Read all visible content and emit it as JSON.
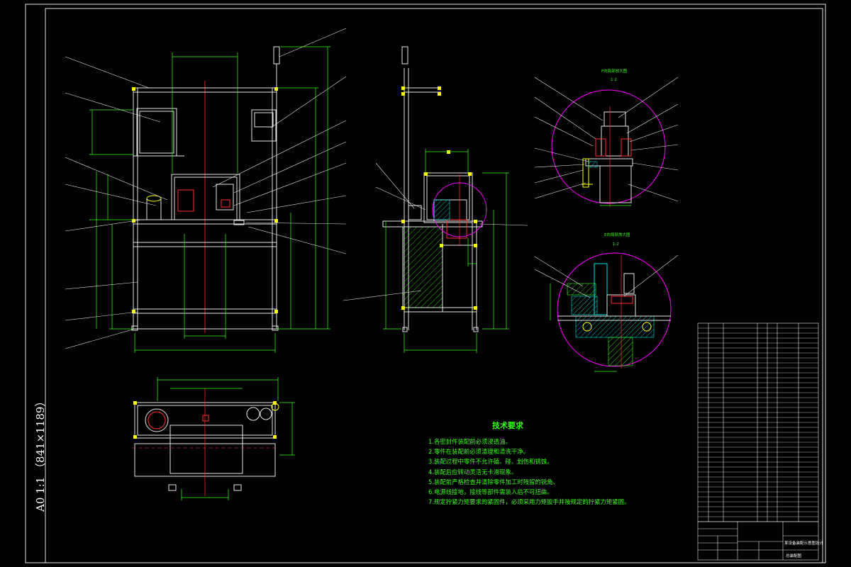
{
  "sheet": {
    "format_label": "A0 1:1 （841×1189）"
  },
  "tech_requirements": {
    "title": "技术要求",
    "items": [
      "1.各密封件装配前必须浸透油。",
      "2.零件在装配前必须清理和清洗干净。",
      "3.装配过程中零件不允许磕、碰、划伤和锈蚀。",
      "4.装配后应转动灵活无卡滞现象。",
      "5.装配前严格检查并清除零件加工时残留的锐角、",
      "6.电源线接地，接线等部件需装入后不可扭曲。",
      "7.规定拧紧力矩要求的紧固件，必须采用力矩扳手并按规定的拧紧力矩紧固。"
    ]
  },
  "section_views": {
    "upper": {
      "title": "F向局部放大图",
      "scale": "1:2"
    },
    "lower": {
      "title": "E向局部放大图",
      "scale": "1:2"
    }
  },
  "title_block": {
    "drawing_name": "某设备装配示意图设计",
    "drawing_number": "总装配图"
  }
}
